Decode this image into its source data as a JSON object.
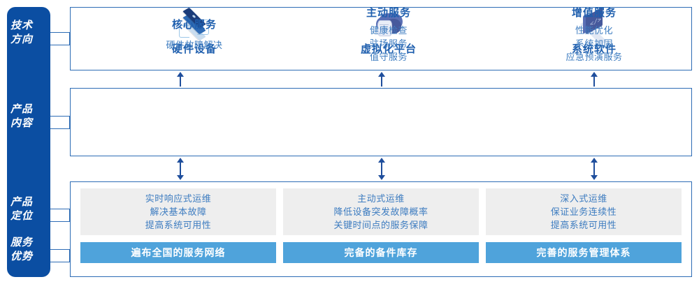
{
  "sidebar": {
    "items": [
      {
        "name": "tech-direction",
        "line1": "技术",
        "line2": "方向"
      },
      {
        "name": "product-content",
        "line1": "产品",
        "line2": "内容"
      },
      {
        "name": "product-position",
        "line1": "产品",
        "line2": "定位"
      },
      {
        "name": "service-advantage",
        "line1": "服务",
        "line2": "优势"
      }
    ],
    "bg_color": "#0b4ea2",
    "text_color": "#ffffff"
  },
  "tech_row": {
    "columns": [
      {
        "icon": "server-stack-icon",
        "title": "硬件设备"
      },
      {
        "icon": "cloud-database-icon",
        "title": "虚拟化平台"
      },
      {
        "icon": "laptop-code-icon",
        "title": "系统软件"
      }
    ]
  },
  "content_row": {
    "columns": [
      {
        "title": "核心服务",
        "items": [
          "硬件故障解决"
        ]
      },
      {
        "title": "主动服务",
        "items": [
          "健康检查",
          "驻场服务",
          "值守服务"
        ]
      },
      {
        "title": "增值服务",
        "items": [
          "性能优化",
          "系统加固",
          "应急预演服务"
        ]
      }
    ]
  },
  "position_row": {
    "boxes": [
      {
        "lines": [
          "实时响应式运维",
          "解决基本故障",
          "提高系统可用性"
        ]
      },
      {
        "lines": [
          "主动式运维",
          "降低设备突发故障概率",
          "关键时间点的服务保障"
        ]
      },
      {
        "lines": [
          "深入式运维",
          "保证业务连续性",
          "提高系统可用性"
        ]
      }
    ],
    "box_color": "#eeeeee"
  },
  "advantage_row": {
    "bars": [
      {
        "label": "遍布全国的服务网络"
      },
      {
        "label": "完备的备件库存"
      },
      {
        "label": "完善的服务管理体系"
      }
    ],
    "bar_color": "#4fa3db"
  },
  "theme": {
    "border_color": "#2d6cb5",
    "title_color": "#1f5fae",
    "body_color": "#3d7cc0",
    "arrow_color": "#1f4e9c"
  }
}
